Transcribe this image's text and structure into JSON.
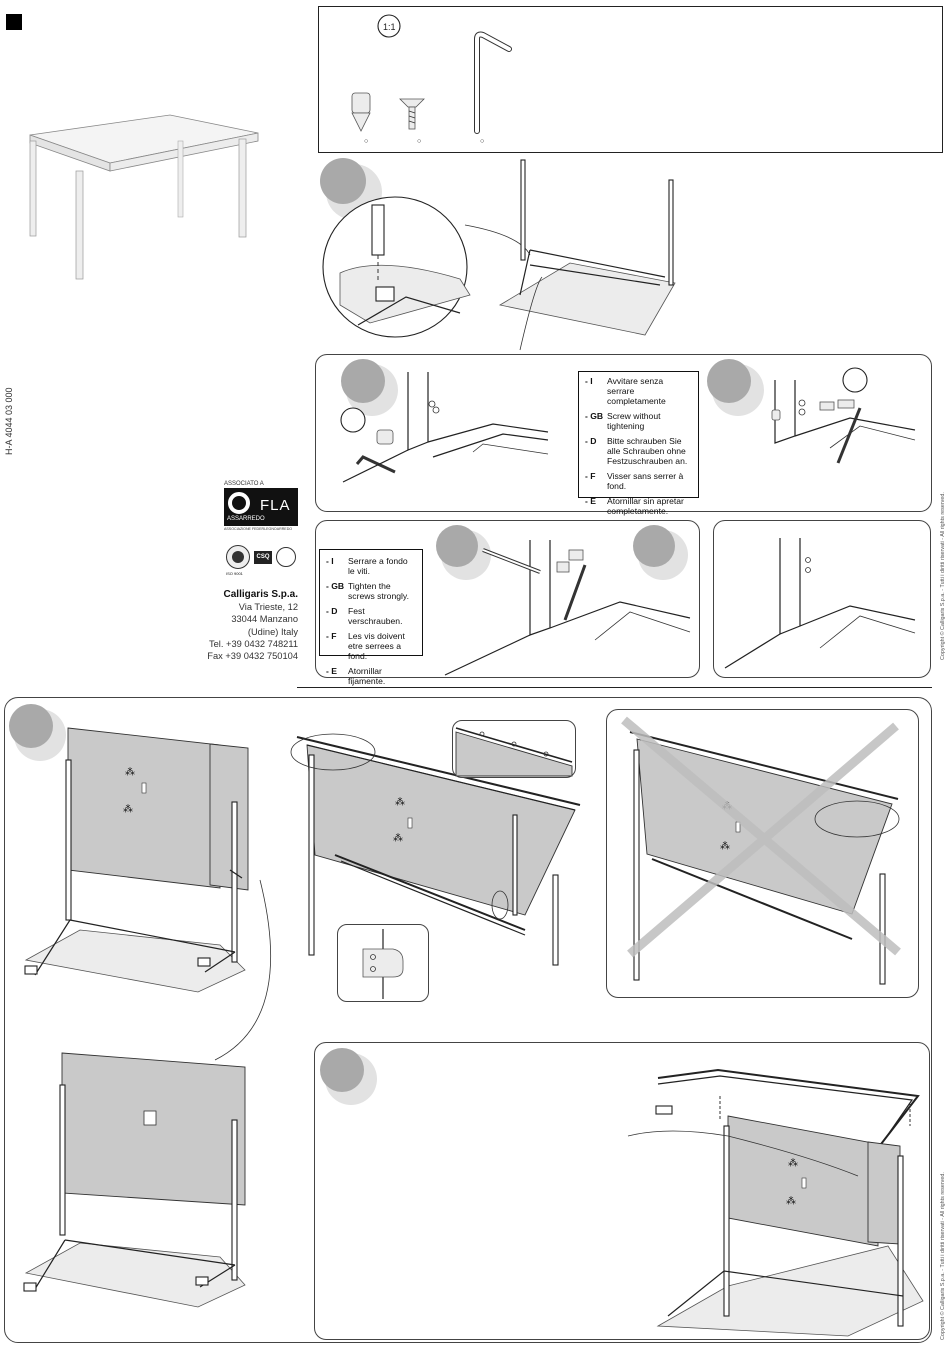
{
  "document_code": "H-A 4044 03 000",
  "parts": [
    {
      "name": "foot-insert",
      "label": "○"
    },
    {
      "name": "countersunk-screw",
      "label": "○"
    },
    {
      "name": "allen-key",
      "label": "○"
    }
  ],
  "notes_loose": [
    {
      "lang": "- I",
      "text": "Avvitare senza serrare completamente"
    },
    {
      "lang": "- GB",
      "text": "Screw without tightening"
    },
    {
      "lang": "- D",
      "text": "Bitte schrauben Sie alle Schrauben ohne Festzuschrauben an."
    },
    {
      "lang": "- F",
      "text": "Visser sans serrer à fond."
    },
    {
      "lang": "- E",
      "text": "Atornillar sin apretar completamente."
    }
  ],
  "notes_tight": [
    {
      "lang": "- I",
      "text": "Serrare a fondo le viti."
    },
    {
      "lang": "- GB",
      "text": "Tighten the screws strongly."
    },
    {
      "lang": "- D",
      "text": "Fest verschrauben."
    },
    {
      "lang": "- F",
      "text": "Les vis doivent etre serrees a fond."
    },
    {
      "lang": "- E",
      "text": "Atornillar fijamente."
    }
  ],
  "logo": {
    "top_text": "ASSOCIATO A",
    "brand": "FLA",
    "sub": "ASSARREDO",
    "tagline": "ASSOCIAZIONE FEDERLEGNOARREDO",
    "cert_1": "ISO 9001",
    "cert_2": "CSQ"
  },
  "company": {
    "name": "Calligaris S.p.a.",
    "street": "Via Trieste, 12",
    "city": "33044 Manzano",
    "region": "(Udine) Italy",
    "tel": "Tel. +39 0432 748211",
    "fax": "Fax +39 0432 750104"
  },
  "copyright": "Copyright © Calligaris S.p.a. - Tutti i diritti riservati - All rights reserved.",
  "colors": {
    "step_marker": "#a9a9a9",
    "panel_fill": "#c9c9c9",
    "cross_mark": "#bdbdbd"
  }
}
